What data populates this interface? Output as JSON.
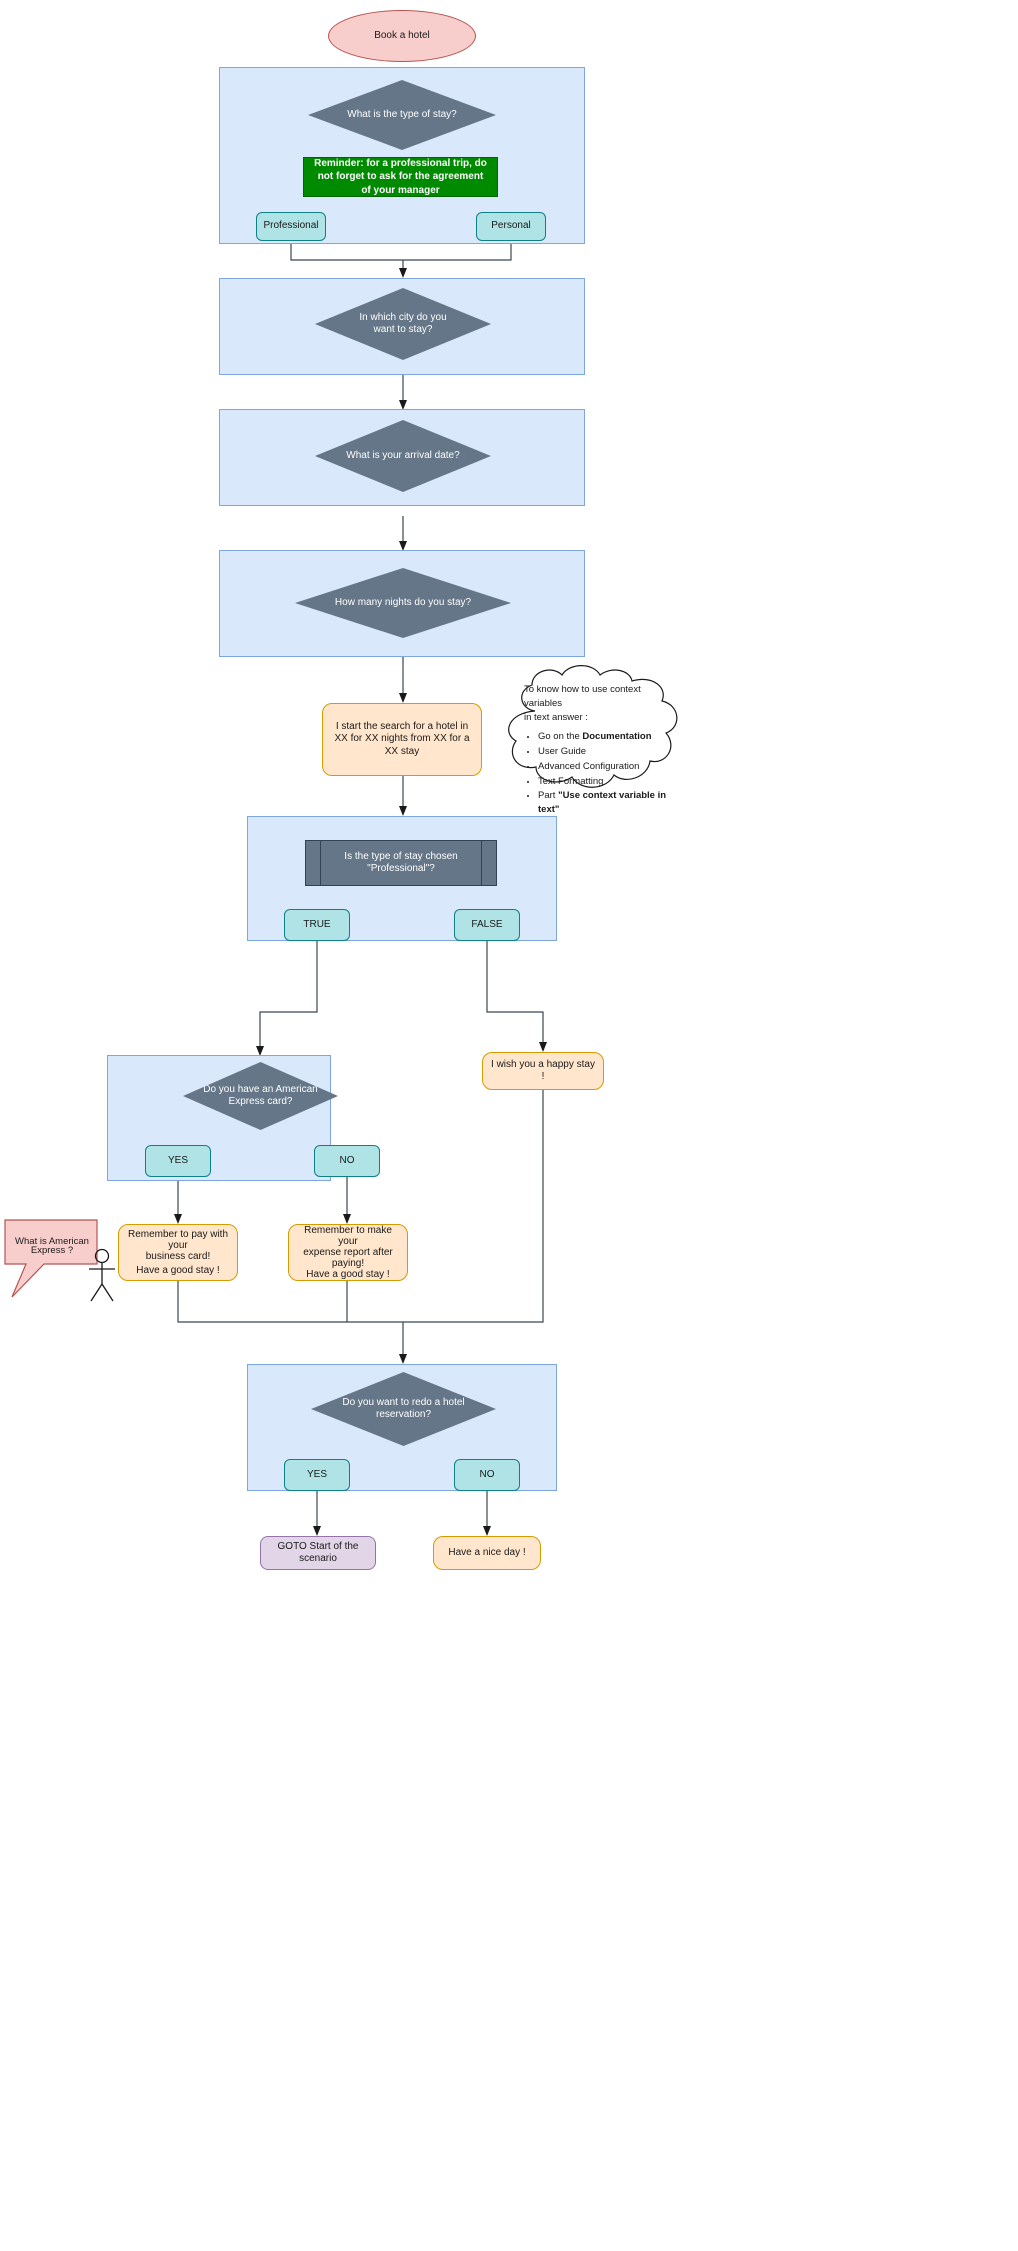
{
  "diagram": {
    "title": "Book a hotel",
    "start": {
      "label": "Book a hotel"
    },
    "steps": {
      "type_of_stay": {
        "question": "What is the type of stay?",
        "reminder": "Reminder: for a professional trip, do not forget to ask for the agreement of your manager",
        "options": [
          "Professional",
          "Personal"
        ]
      },
      "city": {
        "question": "In which city do you want to stay?"
      },
      "arrival_date": {
        "question": "What is your arrival date?"
      },
      "nights": {
        "question": "How many nights do you stay?"
      },
      "search_message": {
        "text": "I start the search for a hotel in XX for XX nights from XX for a XX stay"
      },
      "professional_check": {
        "label_line1": "Is the type of stay chosen",
        "label_line2": "\"Professional\"?",
        "options": [
          "TRUE",
          "FALSE"
        ]
      },
      "amex": {
        "question_line1": "Do you have an American",
        "question_line2": "Express card?",
        "options": [
          "YES",
          "NO"
        ]
      },
      "happy_stay": {
        "text": "I wish you a happy stay !"
      },
      "pay_business_card": {
        "line1": "Remember to pay with your",
        "line2": "business card!",
        "line3": "Have a good stay !"
      },
      "expense_report": {
        "line1": "Remember to make your",
        "line2": "expense report after paying!",
        "line3": "Have a good stay !"
      },
      "redo": {
        "question": "Do you want to redo a hotel reservation?",
        "options": [
          "YES",
          "NO"
        ]
      },
      "goto_start": {
        "label": "GOTO Start of the scenario"
      },
      "nice_day": {
        "label": "Have a nice day !"
      }
    },
    "annotations": {
      "cloud": {
        "intro_line1": "To know how to use context variables",
        "intro_line2": "in text answer :",
        "items": [
          {
            "prefix": "Go on the ",
            "bold": "Documentation",
            "suffix": ""
          },
          {
            "prefix": "User Guide",
            "bold": "",
            "suffix": ""
          },
          {
            "prefix": "Advanced Configuration",
            "bold": "",
            "suffix": ""
          },
          {
            "prefix": "Text Formatting",
            "bold": "",
            "suffix": ""
          },
          {
            "prefix": "Part ",
            "bold": "\"Use context variable in text\"",
            "suffix": ""
          }
        ]
      },
      "amex_callout": {
        "line1": "What is American",
        "line2": "Express ?"
      }
    },
    "colors": {
      "group_fill": "#dae8fc",
      "group_stroke": "#7ea6e0",
      "decision_fill": "#647687",
      "option_fill": "#b0e3e6",
      "option_stroke": "#0e8088",
      "note_fill": "#ffe6cc",
      "note_stroke": "#d79b00",
      "start_fill": "#f8cecc",
      "start_stroke": "#b85450",
      "goto_fill": "#e1d5e7",
      "goto_stroke": "#9673a6",
      "reminder_fill": "#008a00",
      "connector": "#37474f"
    }
  }
}
